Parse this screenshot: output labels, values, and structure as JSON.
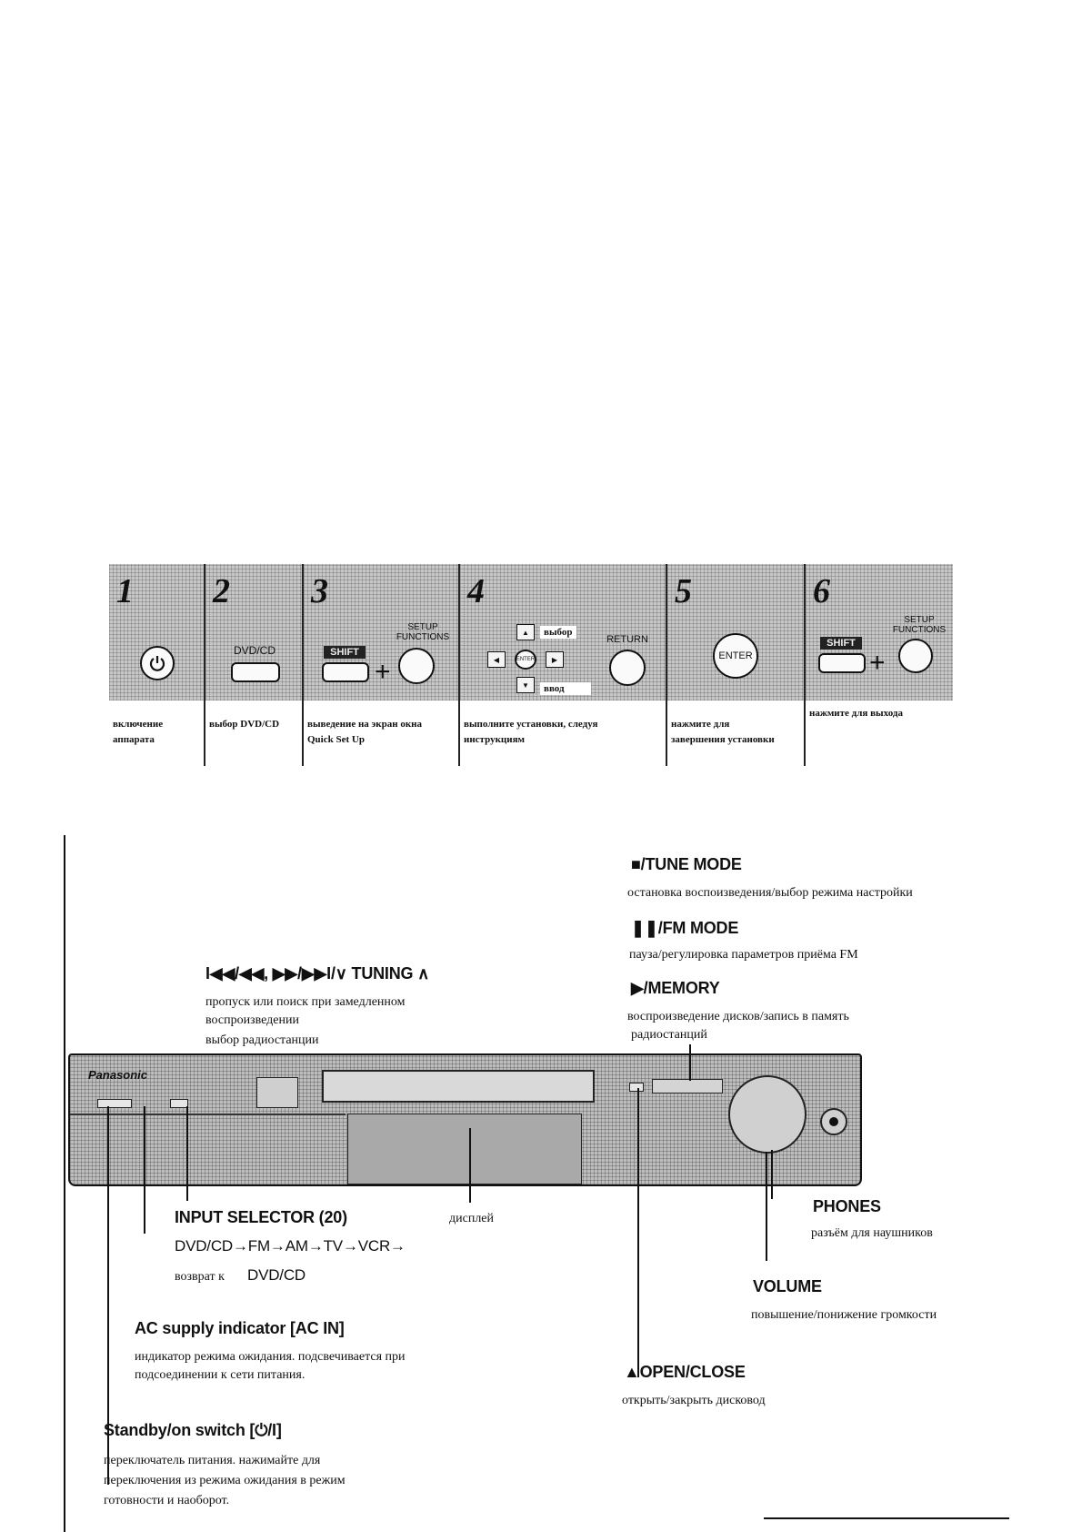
{
  "steps": [
    {
      "num": "1",
      "caption_lines": [
        "включение",
        "аппарата"
      ]
    },
    {
      "num": "2",
      "button_label": "DVD/CD",
      "caption_lines": [
        "выбор DVD/CD"
      ]
    },
    {
      "num": "3",
      "shift_label": "SHIFT",
      "plus": "+",
      "setup_label_1": "SETUP",
      "setup_label_2": "FUNCTIONS",
      "caption_lines": [
        "выведение на экран окна",
        "Quick Set Up"
      ]
    },
    {
      "num": "4",
      "select_callout": "выбор",
      "enter_callout": "ввод",
      "enter_small": "ENTER",
      "return_label": "RETURN",
      "caption_lines": [
        "выполните установки, следуя",
        "инструкциям"
      ]
    },
    {
      "num": "5",
      "enter_label": "ENTER",
      "caption_lines": [
        "нажмите для",
        "завершения установки"
      ]
    },
    {
      "num": "6",
      "shift_label": "SHIFT",
      "plus": "+",
      "setup_label_1": "SETUP",
      "setup_label_2": "FUNCTIONS",
      "caption_lines": [
        "нажмите для выхода"
      ]
    }
  ],
  "device": {
    "brand": "Panasonic",
    "labels": {
      "tune_mode": {
        "title": "■/TUNE MODE",
        "desc": [
          "остановка воспоизведения/выбор режима настройки"
        ]
      },
      "fm_mode": {
        "title": "❚❚/FM MODE",
        "desc": [
          "пауза/регулировка параметров приёма FM"
        ]
      },
      "memory": {
        "title": "▶/MEMORY",
        "desc": [
          "воспроизведение дисков/запись в память",
          "радиостанций"
        ]
      },
      "tuning": {
        "title": "I◀◀/◀◀, ▶▶/▶▶I/∨ TUNING ∧",
        "desc": [
          "пропуск или поиск при замедленном",
          "воспроизведении",
          "выбор радиостанции"
        ]
      },
      "input_selector": {
        "title": "INPUT SELECTOR (20)",
        "seq": "DVD/CD→FM→AM→TV→VCR→",
        "ret_prefix": "возврат к",
        "ret_target": "DVD/CD"
      },
      "display": {
        "desc": [
          "дисплей"
        ]
      },
      "phones": {
        "title": "PHONES",
        "desc": [
          "разъём для наушников"
        ]
      },
      "volume": {
        "title": "VOLUME",
        "desc": [
          "повышение/понижение громкости"
        ]
      },
      "ac_supply": {
        "title": "AC supply indicator [AC IN]",
        "desc": [
          "индикатор режима ожидания. подсвечивается при",
          "подсоединении к сети питания."
        ]
      },
      "open_close": {
        "title": "▲OPEN/CLOSE",
        "desc": [
          "открыть/закрыть дисковод"
        ]
      },
      "standby": {
        "title": "Standby/on switch [⏻/I]",
        "desc": [
          "переключатель питания. нажимайте для",
          "переключения из режима ожидания в режим",
          "готовности и наоборот."
        ]
      }
    }
  }
}
